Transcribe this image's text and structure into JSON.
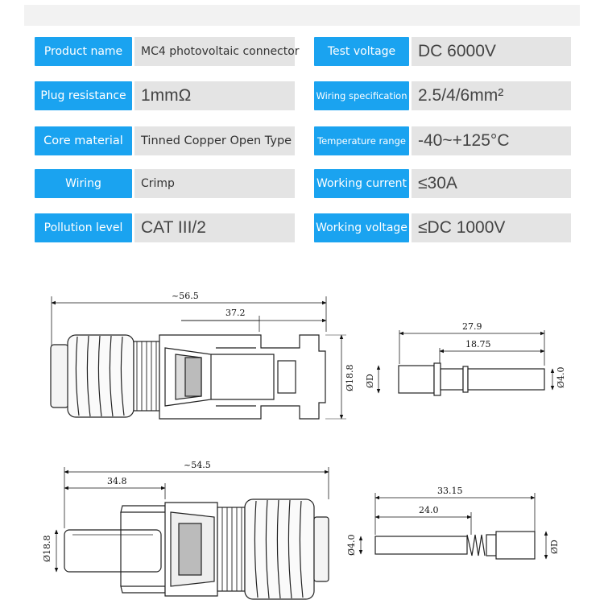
{
  "specs": {
    "rows": [
      {
        "left_label": "Product name",
        "left_value": "MC4 photovoltaic connector",
        "right_label": "Test voltage",
        "right_value": "DC 6000V"
      },
      {
        "left_label": "Plug resistance",
        "left_value": "1mmΩ",
        "right_label": "Wiring specification",
        "right_value": "2.5/4/6mm²"
      },
      {
        "left_label": "Core material",
        "left_value": "Tinned Copper Open Type",
        "right_label": "Temperature range",
        "right_value": "-40~+125°C"
      },
      {
        "left_label": "Wiring",
        "left_value": "Crimp",
        "right_label": "Working current",
        "right_value": "≤30A"
      },
      {
        "left_label": "Pollution level",
        "left_value": "CAT III/2",
        "right_label": "Working voltage",
        "right_value": "≤DC 1000V"
      }
    ]
  },
  "drawing": {
    "female": {
      "overall": "~56.5",
      "body": "37.2",
      "diameter": "Ø18.8"
    },
    "female_pin": {
      "overall": "27.9",
      "shank": "18.75",
      "diameter_d": "ØD",
      "diameter": "Ø4.0"
    },
    "male": {
      "overall": "~54.5",
      "body": "34.8",
      "diameter": "Ø18.8"
    },
    "male_pin": {
      "overall": "33.15",
      "shank": "24.0",
      "diameter": "Ø4.0",
      "diameter_d": "ØD"
    }
  },
  "colors": {
    "label_bg": "#1aa3f0",
    "value_bg": "#e4e4e4",
    "label_text": "#ffffff"
  }
}
